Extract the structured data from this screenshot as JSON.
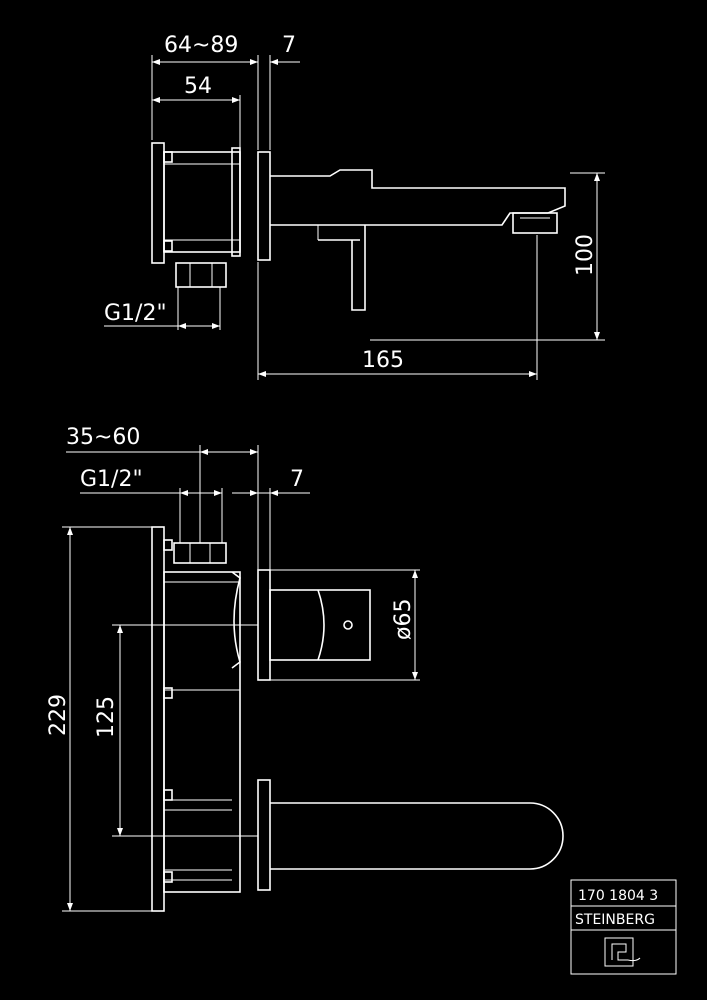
{
  "top_view": {
    "dim_range": "64~89",
    "dim_7": "7",
    "dim_54": "54",
    "dim_g12": "G1/2\"",
    "dim_100": "100",
    "dim_165": "165"
  },
  "bottom_view": {
    "dim_range": "35~60",
    "dim_g12": "G1/2\"",
    "dim_7": "7",
    "dim_dia": "ø65",
    "dim_229": "229",
    "dim_125": "125"
  },
  "title_block": {
    "code": "170 1804 3",
    "brand": "STEINBERG"
  },
  "colors": {
    "background": "#000000",
    "line": "#ffffff"
  }
}
